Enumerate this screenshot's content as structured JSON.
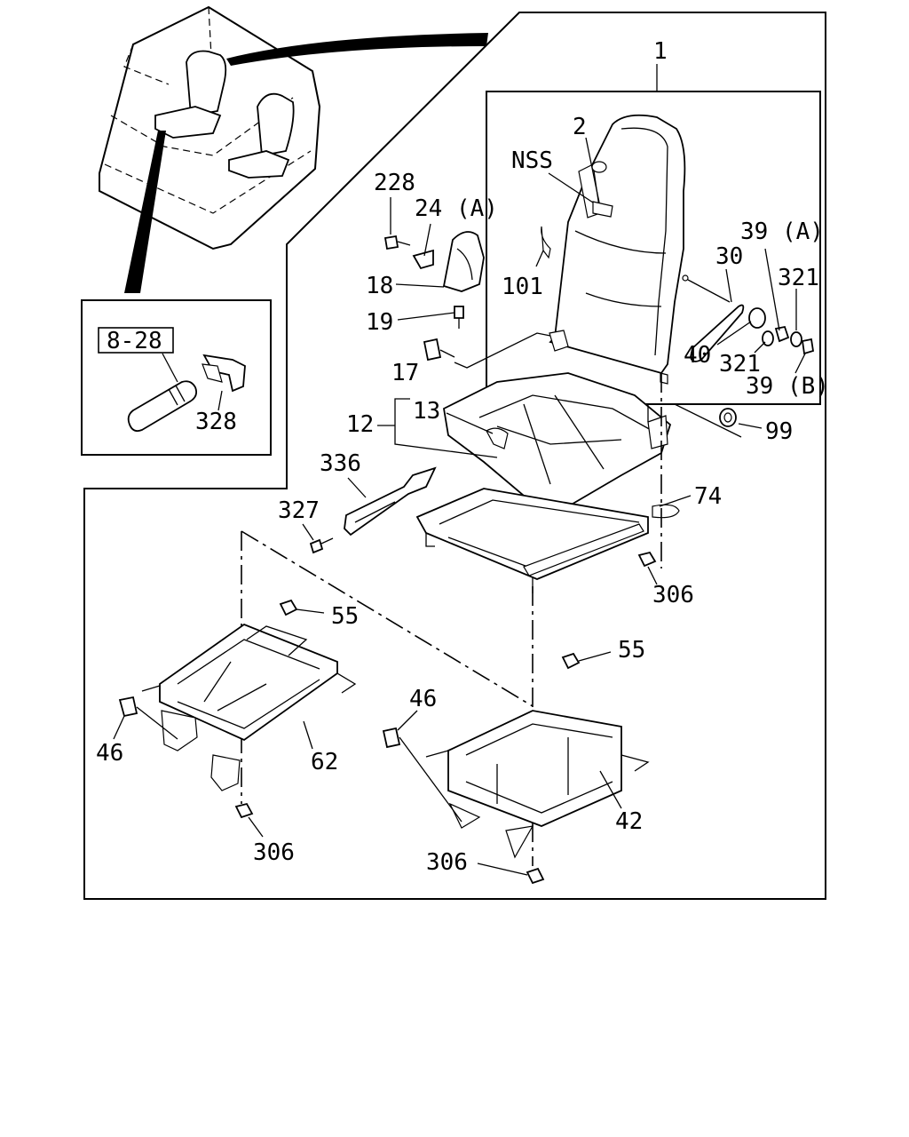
{
  "diagram": {
    "labels": {
      "l1": "1",
      "l2": "2",
      "nss": "NSS",
      "l228": "228",
      "l24a": "24 (A)",
      "l39a": "39 (A)",
      "l30": "30",
      "l321a": "321",
      "l101": "101",
      "l18": "18",
      "l19": "19",
      "l40": "40",
      "l321b": "321",
      "l17": "17",
      "l39b": "39 (B)",
      "l13": "13",
      "l12": "12",
      "l99": "99",
      "l336": "336",
      "l74": "74",
      "l327": "327",
      "l306a": "306",
      "l55a": "55",
      "l55b": "55",
      "l46a": "46",
      "l46b": "46",
      "l62": "62",
      "l42": "42",
      "l306b": "306",
      "l306c": "306",
      "ref828": "8-28",
      "l328": "328"
    }
  }
}
